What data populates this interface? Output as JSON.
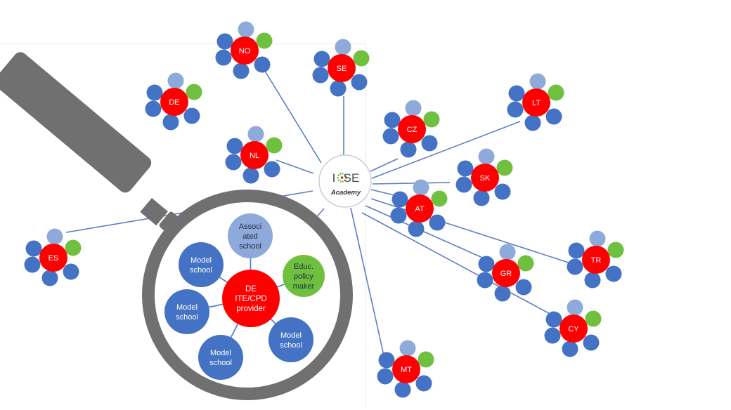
{
  "colors": {
    "provider": "#ff0000",
    "model_school": "#4472c4",
    "associated_school": "#8eaadb",
    "policy_maker": "#70c040",
    "link": "#5b7fc4",
    "magnifier": "#707070",
    "hub_border": "#c9ced6"
  },
  "hub": {
    "name": "ICSE",
    "subtitle": "Academy"
  },
  "countries": [
    {
      "code": "NO"
    },
    {
      "code": "SE"
    },
    {
      "code": "DE"
    },
    {
      "code": "NL"
    },
    {
      "code": "CZ"
    },
    {
      "code": "LT"
    },
    {
      "code": "SK"
    },
    {
      "code": "AT"
    },
    {
      "code": "ES"
    },
    {
      "code": "TR"
    },
    {
      "code": "GR"
    },
    {
      "code": "CY"
    },
    {
      "code": "MT"
    }
  ],
  "magnified": {
    "center": {
      "lines": [
        "DE",
        "ITE/CPD",
        "provider"
      ]
    },
    "satellites": [
      {
        "type": "associated_school",
        "lines": [
          "Associ",
          "ated",
          "school"
        ]
      },
      {
        "type": "model_school",
        "lines": [
          "Model",
          "school"
        ]
      },
      {
        "type": "policy_maker",
        "lines": [
          "Educ.",
          "policy",
          "maker"
        ]
      },
      {
        "type": "model_school",
        "lines": [
          "Model",
          "school"
        ]
      },
      {
        "type": "model_school",
        "lines": [
          "Model",
          "school"
        ]
      },
      {
        "type": "model_school",
        "lines": [
          "Model",
          "school"
        ]
      }
    ]
  }
}
